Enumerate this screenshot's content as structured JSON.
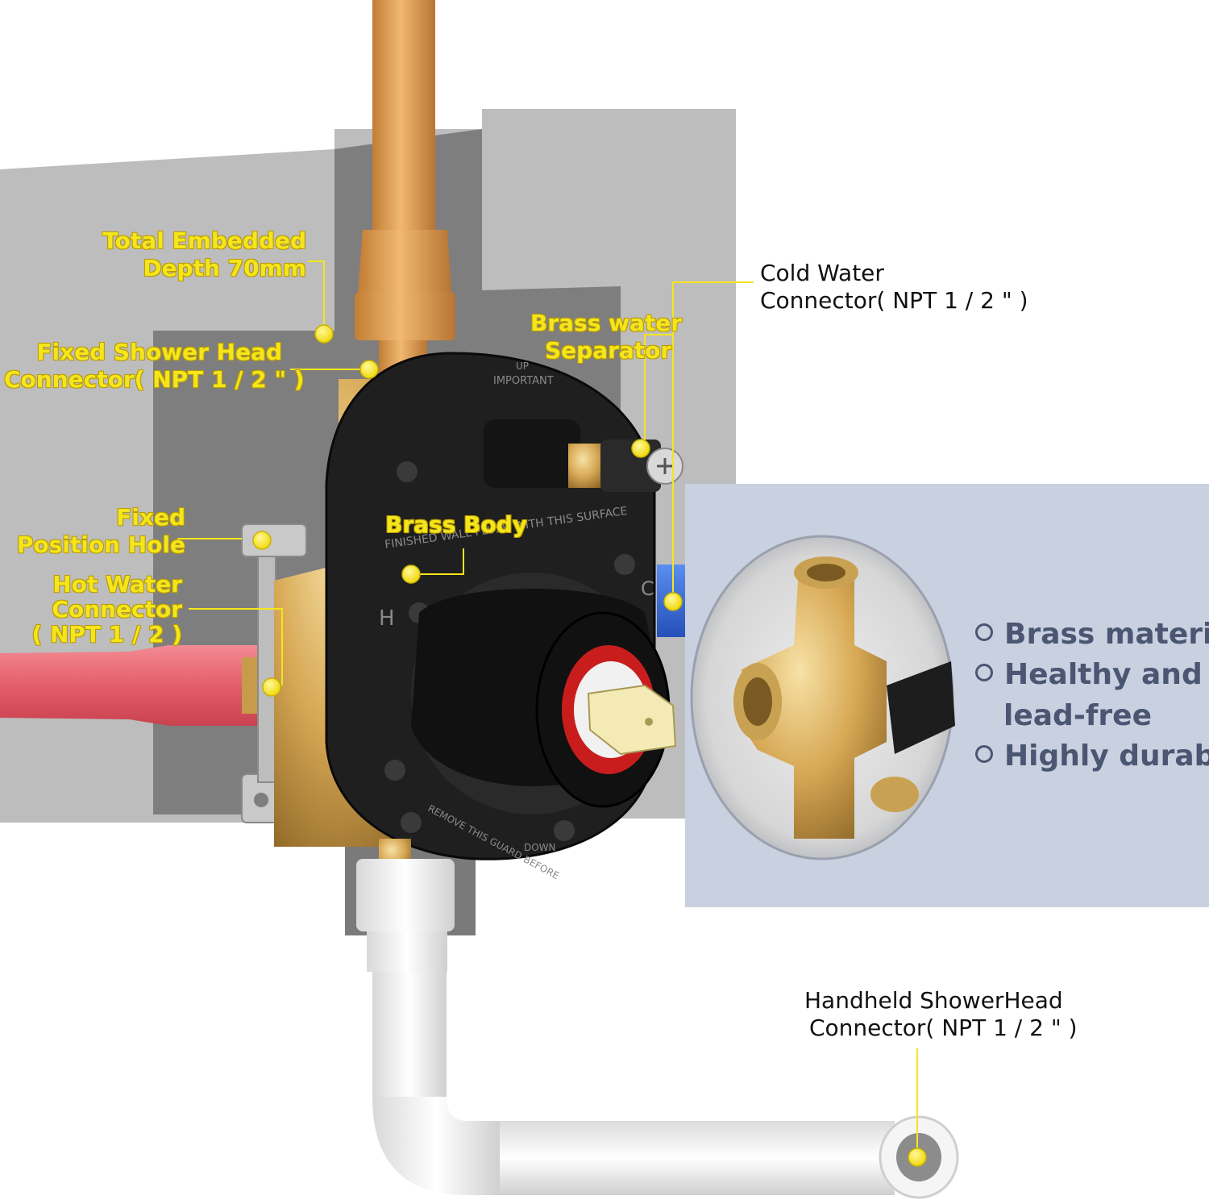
{
  "labels": {
    "total_depth": [
      "Total Embedded",
      "Depth 70mm"
    ],
    "fixed_shower": [
      "Fixed Shower Head",
      "Connector( NPT 1 / 2 \" )"
    ],
    "brass_separator": [
      "Brass water",
      "Separator"
    ],
    "cold_water": [
      "Cold Water",
      "Connector( NPT 1 / 2 \" )"
    ],
    "fixed_position": [
      "Fixed",
      "Position Hole"
    ],
    "brass_body": "Brass Body",
    "hot_water": [
      "Hot Water",
      "Connector",
      "( NPT 1 / 2 )"
    ],
    "handheld": [
      "Handheld ShowerHead",
      "Connector( NPT 1 / 2 \" )"
    ]
  },
  "valve_markings": {
    "top": "UP",
    "important": "IMPORTANT",
    "finished": "FINISHED WALL FLUSH WITH THIS SURFACE",
    "bottom": "REMOVE THIS GUARD BEFORE",
    "down": "DOWN",
    "hot": "H",
    "cold": "C"
  },
  "features": [
    "Brass material",
    "Healthy and",
    "lead-free",
    "Highly durable"
  ],
  "colors": {
    "label_yellow": "#f5e51c",
    "wall_light": "#bdbdbd",
    "wall_dark": "#7e7e7e",
    "copper_pipe": "#e0a45a",
    "hot_pipe": "#e2606b",
    "cold_pipe": "#3a6fd8",
    "white_pipe": "#f2f2f2",
    "panel_bg": "#c9d0e0",
    "feature_text": "#4a5672"
  }
}
